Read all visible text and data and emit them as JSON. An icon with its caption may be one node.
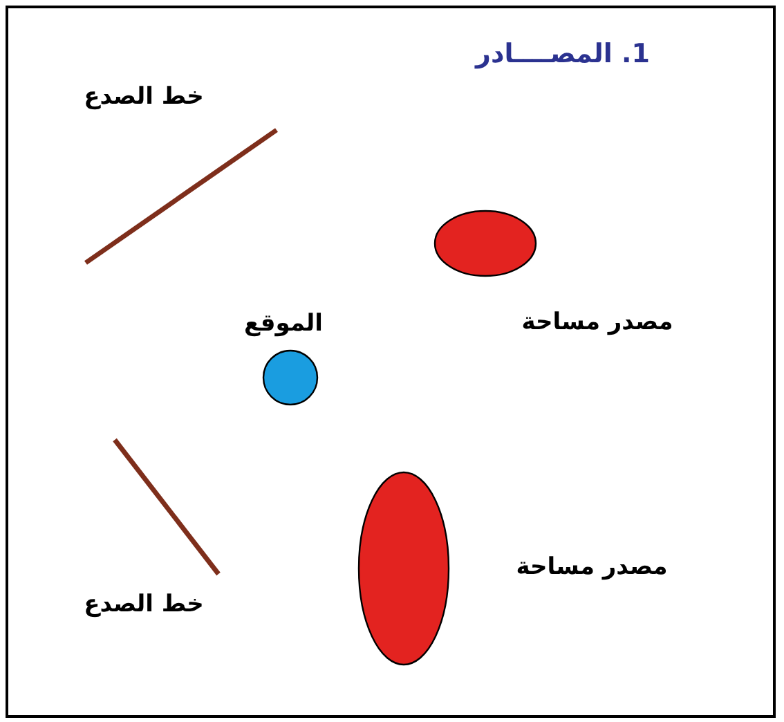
{
  "diagram": {
    "title": "1. المصــــادر",
    "nodes": [
      {
        "text": [],
        "shape": "line",
        "beside": [
          "خط الصدع"
        ]
      },
      {
        "text": [],
        "shape": "ellipse",
        "beside": [
          "مصدر مساحة"
        ]
      },
      {
        "text": [],
        "shape": "circle",
        "beside": [
          "الموقع"
        ]
      },
      {
        "text": [],
        "shape": "line",
        "beside": [
          "خط الصدع"
        ]
      },
      {
        "text": [],
        "shape": "ellipse",
        "beside": [
          "مصدر مساحة"
        ]
      }
    ]
  }
}
